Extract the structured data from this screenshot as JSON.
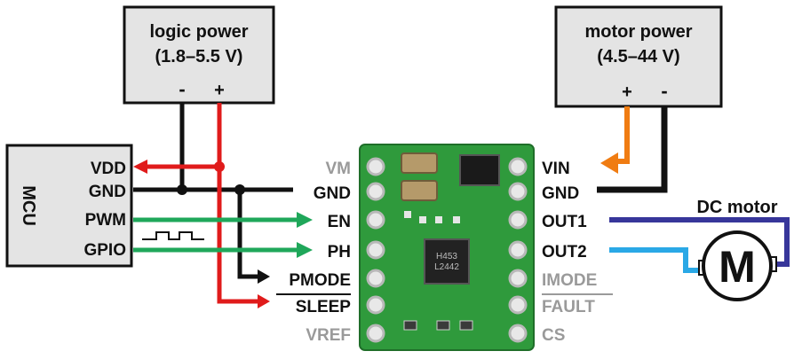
{
  "colors": {
    "black_wire": "#111111",
    "red_wire": "#e01b1b",
    "green_wire": "#1fa75a",
    "orange_wire": "#f07c12",
    "blue_wire": "#37369a",
    "light_blue_wire": "#2aa8e6",
    "board": "#2f9a3c",
    "box_fill": "#e4e4e4",
    "inactive_text": "#9a9a9a"
  },
  "logic_power": {
    "title": "logic power",
    "range": "(1.8–5.5 V)",
    "minus": "-",
    "plus": "+"
  },
  "motor_power": {
    "title": "motor power",
    "range": "(4.5–44 V)",
    "plus": "+",
    "minus": "-"
  },
  "mcu": {
    "label": "MCU",
    "pins": {
      "vdd": "VDD",
      "gnd": "GND",
      "pwm": "PWM",
      "gpio": "GPIO"
    }
  },
  "board": {
    "chip_line1": "H453",
    "chip_line2": "L2442"
  },
  "left_pins": {
    "vm": "VM",
    "gnd": "GND",
    "en": "EN",
    "ph": "PH",
    "pmode": "PMODE",
    "sleep": "SLEEP",
    "vref": "VREF"
  },
  "right_pins": {
    "vin": "VIN",
    "gnd": "GND",
    "out1": "OUT1",
    "out2": "OUT2",
    "imode": "IMODE",
    "fault": "FAULT",
    "cs": "CS"
  },
  "motor": {
    "label": "DC motor",
    "symbol": "M"
  }
}
